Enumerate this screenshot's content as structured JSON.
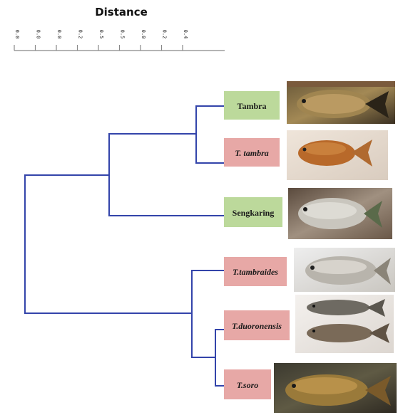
{
  "title": "Distance",
  "axis": {
    "tick_labels": [
      "0.0",
      "0.0",
      "0.0",
      "0.2",
      "0.5",
      "0.5",
      "0.0",
      "0.2",
      "0.4"
    ]
  },
  "colors": {
    "branch": "#3344aa",
    "label_green": "#bcd99b",
    "label_pink": "#e7a8a6",
    "axis": "#888888"
  },
  "leaves": [
    {
      "id": "tambra",
      "label": "Tambra",
      "italic": false,
      "box": "green",
      "photo": "fish-photo-tambra"
    },
    {
      "id": "t-tambra",
      "label": "T. tambra",
      "italic": true,
      "box": "pink",
      "photo": "fish-photo-t-tambra"
    },
    {
      "id": "sengkaring",
      "label": "Sengkaring",
      "italic": false,
      "box": "green",
      "photo": "fish-photo-sengkaring"
    },
    {
      "id": "t-tambroides",
      "label": "T.tambraides",
      "italic": true,
      "box": "pink",
      "photo": "fish-photo-t-tambroides"
    },
    {
      "id": "t-duoronensis",
      "label": "T.duoronensis",
      "italic": true,
      "box": "pink",
      "photo": "fish-photo-t-duoronensis"
    },
    {
      "id": "t-soro",
      "label": "T.soro",
      "italic": true,
      "box": "pink",
      "photo": "fish-photo-t-soro"
    }
  ]
}
